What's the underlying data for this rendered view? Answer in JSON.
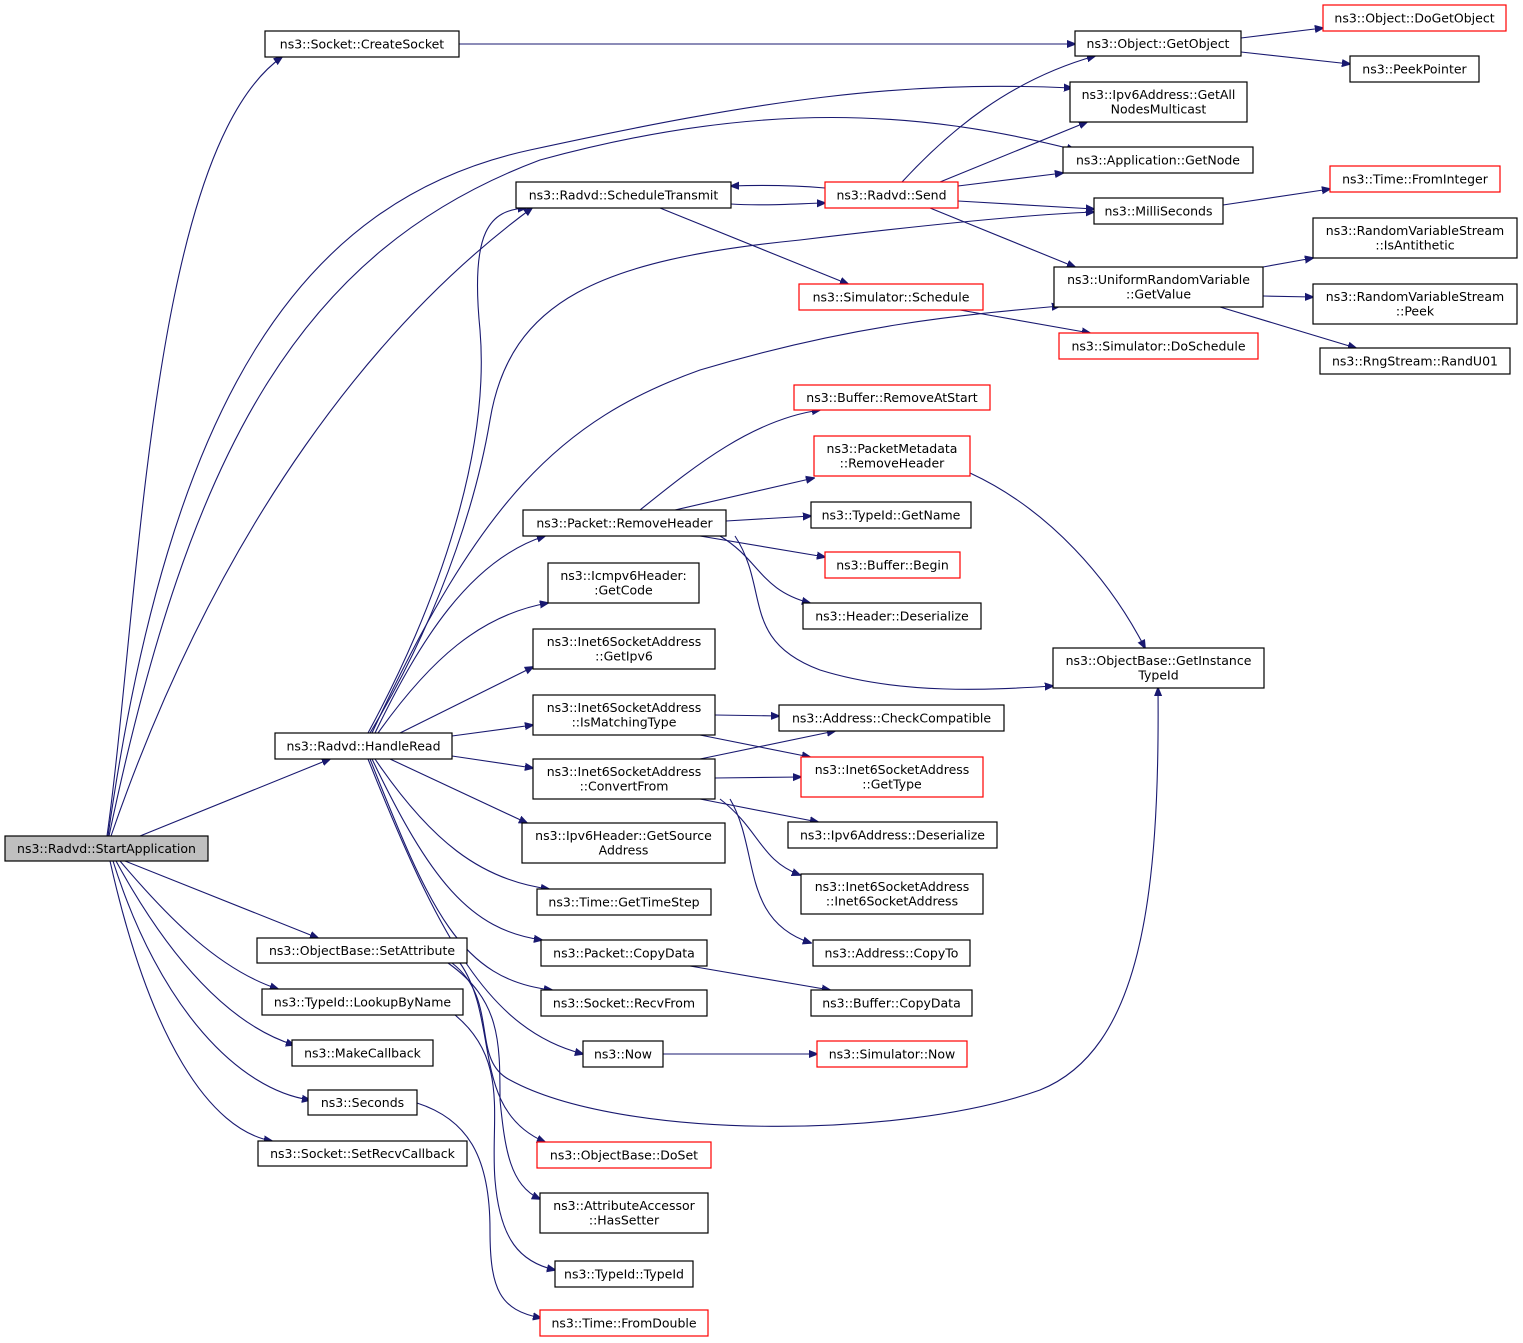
{
  "colors": {
    "edge": "#191970",
    "border_normal": "#000000",
    "border_truncated": "#ff0000",
    "root_fill": "#bfbfbf",
    "fill": "#ffffff"
  },
  "nodes": [
    {
      "id": "start",
      "lines": [
        "ns3::Radvd::StartApplication"
      ],
      "style": "root"
    },
    {
      "id": "createsocket",
      "lines": [
        "ns3::Socket::CreateSocket"
      ],
      "style": "normal"
    },
    {
      "id": "getobject",
      "lines": [
        "ns3::Object::GetObject"
      ],
      "style": "normal"
    },
    {
      "id": "dogetobject",
      "lines": [
        "ns3::Object::DoGetObject"
      ],
      "style": "truncated"
    },
    {
      "id": "peekpointer",
      "lines": [
        "ns3::PeekPointer"
      ],
      "style": "normal"
    },
    {
      "id": "getallnodes",
      "lines": [
        "ns3::Ipv6Address::GetAll",
        "NodesMulticast"
      ],
      "style": "normal"
    },
    {
      "id": "getnode",
      "lines": [
        "ns3::Application::GetNode"
      ],
      "style": "normal"
    },
    {
      "id": "scheduletransmit",
      "lines": [
        "ns3::Radvd::ScheduleTransmit"
      ],
      "style": "normal"
    },
    {
      "id": "send",
      "lines": [
        "ns3::Radvd::Send"
      ],
      "style": "truncated"
    },
    {
      "id": "milliseconds",
      "lines": [
        "ns3::MilliSeconds"
      ],
      "style": "normal"
    },
    {
      "id": "frominteger",
      "lines": [
        "ns3::Time::FromInteger"
      ],
      "style": "truncated"
    },
    {
      "id": "isantithetic",
      "lines": [
        "ns3::RandomVariableStream",
        "::IsAntithetic"
      ],
      "style": "normal"
    },
    {
      "id": "uniformgetvalue",
      "lines": [
        "ns3::UniformRandomVariable",
        "::GetValue"
      ],
      "style": "normal"
    },
    {
      "id": "peek",
      "lines": [
        "ns3::RandomVariableStream",
        "::Peek"
      ],
      "style": "normal"
    },
    {
      "id": "randu01",
      "lines": [
        "ns3::RngStream::RandU01"
      ],
      "style": "normal"
    },
    {
      "id": "simschedule",
      "lines": [
        "ns3::Simulator::Schedule"
      ],
      "style": "truncated"
    },
    {
      "id": "doschedule",
      "lines": [
        "ns3::Simulator::DoSchedule"
      ],
      "style": "truncated"
    },
    {
      "id": "removeatstart",
      "lines": [
        "ns3::Buffer::RemoveAtStart"
      ],
      "style": "truncated"
    },
    {
      "id": "pmremoveheader",
      "lines": [
        "ns3::PacketMetadata",
        "::RemoveHeader"
      ],
      "style": "truncated"
    },
    {
      "id": "packetremoveheader",
      "lines": [
        "ns3::Packet::RemoveHeader"
      ],
      "style": "normal"
    },
    {
      "id": "typeidgetname",
      "lines": [
        "ns3::TypeId::GetName"
      ],
      "style": "normal"
    },
    {
      "id": "bufferbegin",
      "lines": [
        "ns3::Buffer::Begin"
      ],
      "style": "truncated"
    },
    {
      "id": "icmpgetcode",
      "lines": [
        "ns3::Icmpv6Header:",
        ":GetCode"
      ],
      "style": "normal"
    },
    {
      "id": "headerdeserialize",
      "lines": [
        "ns3::Header::Deserialize"
      ],
      "style": "normal"
    },
    {
      "id": "getinstancetypeid",
      "lines": [
        "ns3::ObjectBase::GetInstance",
        "TypeId"
      ],
      "style": "normal"
    },
    {
      "id": "getipv6",
      "lines": [
        "ns3::Inet6SocketAddress",
        "::GetIpv6"
      ],
      "style": "normal"
    },
    {
      "id": "ismatchingtype",
      "lines": [
        "ns3::Inet6SocketAddress",
        "::IsMatchingType"
      ],
      "style": "normal"
    },
    {
      "id": "checkcompatible",
      "lines": [
        "ns3::Address::CheckCompatible"
      ],
      "style": "normal"
    },
    {
      "id": "handleread",
      "lines": [
        "ns3::Radvd::HandleRead"
      ],
      "style": "normal"
    },
    {
      "id": "convertfrom",
      "lines": [
        "ns3::Inet6SocketAddress",
        "::ConvertFrom"
      ],
      "style": "normal"
    },
    {
      "id": "gettype",
      "lines": [
        "ns3::Inet6SocketAddress",
        "::GetType"
      ],
      "style": "truncated"
    },
    {
      "id": "ipv6deserialize",
      "lines": [
        "ns3::Ipv6Address::Deserialize"
      ],
      "style": "normal"
    },
    {
      "id": "getsourceaddress",
      "lines": [
        "ns3::Ipv6Header::GetSource",
        "Address"
      ],
      "style": "normal"
    },
    {
      "id": "inet6ctor",
      "lines": [
        "ns3::Inet6SocketAddress",
        "::Inet6SocketAddress"
      ],
      "style": "normal"
    },
    {
      "id": "gettimestep",
      "lines": [
        "ns3::Time::GetTimeStep"
      ],
      "style": "normal"
    },
    {
      "id": "setattribute",
      "lines": [
        "ns3::ObjectBase::SetAttribute"
      ],
      "style": "normal"
    },
    {
      "id": "copydata",
      "lines": [
        "ns3::Packet::CopyData"
      ],
      "style": "normal"
    },
    {
      "id": "copyto",
      "lines": [
        "ns3::Address::CopyTo"
      ],
      "style": "normal"
    },
    {
      "id": "lookupbyname",
      "lines": [
        "ns3::TypeId::LookupByName"
      ],
      "style": "normal"
    },
    {
      "id": "recvfrom",
      "lines": [
        "ns3::Socket::RecvFrom"
      ],
      "style": "normal"
    },
    {
      "id": "buffercopydata",
      "lines": [
        "ns3::Buffer::CopyData"
      ],
      "style": "normal"
    },
    {
      "id": "makecallback",
      "lines": [
        "ns3::MakeCallback"
      ],
      "style": "normal"
    },
    {
      "id": "now",
      "lines": [
        "ns3::Now"
      ],
      "style": "normal"
    },
    {
      "id": "simnow",
      "lines": [
        "ns3::Simulator::Now"
      ],
      "style": "truncated"
    },
    {
      "id": "seconds",
      "lines": [
        "ns3::Seconds"
      ],
      "style": "normal"
    },
    {
      "id": "setrecvcallback",
      "lines": [
        "ns3::Socket::SetRecvCallback"
      ],
      "style": "normal"
    },
    {
      "id": "doset",
      "lines": [
        "ns3::ObjectBase::DoSet"
      ],
      "style": "truncated"
    },
    {
      "id": "hassetter",
      "lines": [
        "ns3::AttributeAccessor",
        "::HasSetter"
      ],
      "style": "normal"
    },
    {
      "id": "typeidtypeid",
      "lines": [
        "ns3::TypeId::TypeId"
      ],
      "style": "normal"
    },
    {
      "id": "fromdouble",
      "lines": [
        "ns3::Time::FromDouble"
      ],
      "style": "truncated"
    }
  ],
  "edges": [
    {
      "from": "start",
      "to": "createsocket"
    },
    {
      "from": "start",
      "to": "getallnodes"
    },
    {
      "from": "start",
      "to": "getnode"
    },
    {
      "from": "start",
      "to": "scheduletransmit"
    },
    {
      "from": "start",
      "to": "handleread"
    },
    {
      "from": "start",
      "to": "setattribute"
    },
    {
      "from": "start",
      "to": "lookupbyname"
    },
    {
      "from": "start",
      "to": "makecallback"
    },
    {
      "from": "start",
      "to": "seconds"
    },
    {
      "from": "start",
      "to": "setrecvcallback"
    },
    {
      "from": "createsocket",
      "to": "getobject"
    },
    {
      "from": "getobject",
      "to": "dogetobject"
    },
    {
      "from": "getobject",
      "to": "peekpointer"
    },
    {
      "from": "scheduletransmit",
      "to": "send"
    },
    {
      "from": "scheduletransmit",
      "to": "simschedule"
    },
    {
      "from": "send",
      "to": "scheduletransmit"
    },
    {
      "from": "send",
      "to": "getobject"
    },
    {
      "from": "send",
      "to": "getallnodes"
    },
    {
      "from": "send",
      "to": "getnode"
    },
    {
      "from": "send",
      "to": "milliseconds"
    },
    {
      "from": "send",
      "to": "uniformgetvalue"
    },
    {
      "from": "milliseconds",
      "to": "frominteger"
    },
    {
      "from": "uniformgetvalue",
      "to": "isantithetic"
    },
    {
      "from": "uniformgetvalue",
      "to": "peek"
    },
    {
      "from": "uniformgetvalue",
      "to": "randu01"
    },
    {
      "from": "simschedule",
      "to": "doschedule"
    },
    {
      "from": "handleread",
      "to": "scheduletransmit"
    },
    {
      "from": "handleread",
      "to": "milliseconds"
    },
    {
      "from": "handleread",
      "to": "uniformgetvalue"
    },
    {
      "from": "handleread",
      "to": "packetremoveheader"
    },
    {
      "from": "handleread",
      "to": "icmpgetcode"
    },
    {
      "from": "handleread",
      "to": "getipv6"
    },
    {
      "from": "handleread",
      "to": "ismatchingtype"
    },
    {
      "from": "handleread",
      "to": "convertfrom"
    },
    {
      "from": "handleread",
      "to": "getsourceaddress"
    },
    {
      "from": "handleread",
      "to": "gettimestep"
    },
    {
      "from": "handleread",
      "to": "copydata"
    },
    {
      "from": "handleread",
      "to": "recvfrom"
    },
    {
      "from": "handleread",
      "to": "now"
    },
    {
      "from": "packetremoveheader",
      "to": "removeatstart"
    },
    {
      "from": "packetremoveheader",
      "to": "pmremoveheader"
    },
    {
      "from": "packetremoveheader",
      "to": "typeidgetname"
    },
    {
      "from": "packetremoveheader",
      "to": "bufferbegin"
    },
    {
      "from": "packetremoveheader",
      "to": "headerdeserialize"
    },
    {
      "from": "packetremoveheader",
      "to": "getinstancetypeid"
    },
    {
      "from": "pmremoveheader",
      "to": "getinstancetypeid"
    },
    {
      "from": "ismatchingtype",
      "to": "checkcompatible"
    },
    {
      "from": "ismatchingtype",
      "to": "gettype"
    },
    {
      "from": "convertfrom",
      "to": "checkcompatible"
    },
    {
      "from": "convertfrom",
      "to": "gettype"
    },
    {
      "from": "convertfrom",
      "to": "ipv6deserialize"
    },
    {
      "from": "convertfrom",
      "to": "inet6ctor"
    },
    {
      "from": "convertfrom",
      "to": "copyto"
    },
    {
      "from": "copydata",
      "to": "buffercopydata"
    },
    {
      "from": "now",
      "to": "simnow"
    },
    {
      "from": "setattribute",
      "to": "getinstancetypeid"
    },
    {
      "from": "setattribute",
      "to": "doset"
    },
    {
      "from": "setattribute",
      "to": "hassetter"
    },
    {
      "from": "lookupbyname",
      "to": "typeidtypeid"
    },
    {
      "from": "seconds",
      "to": "fromdouble"
    }
  ]
}
